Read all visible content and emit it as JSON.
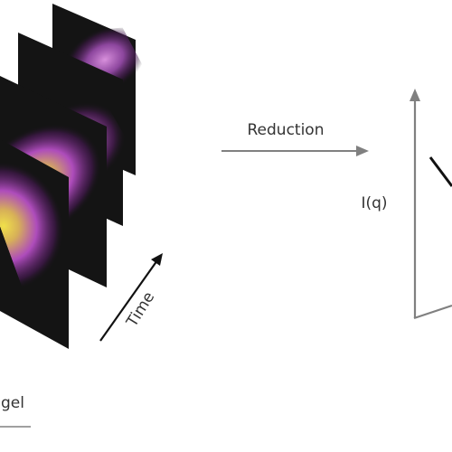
{
  "labels": {
    "reduction": "Reduction",
    "time": "Time",
    "y_axis": "I(q)",
    "cut_text": "gel"
  },
  "colors": {
    "frame": "#141414",
    "glow_core": "#f0e04a",
    "glow_mid": "#c56ad2",
    "glow_outer": "#5a1f66",
    "text": "#333333",
    "arrow": "#808080",
    "axis": "#808080",
    "time_arrow": "#111111",
    "curve": "#111111"
  }
}
